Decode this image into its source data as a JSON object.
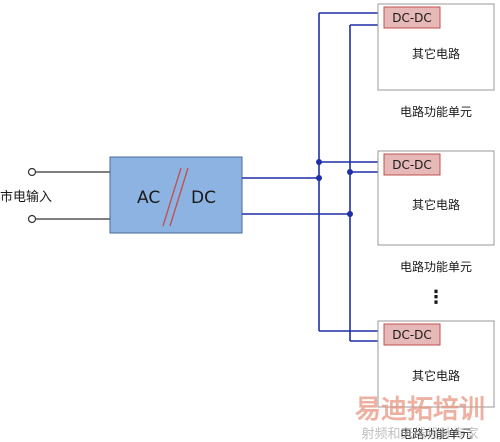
{
  "input_label": "市电输入",
  "converter": {
    "left_label": "AC",
    "right_label": "DC",
    "fill_color": "#8db3e2",
    "slash_color": "#c0504d"
  },
  "units": [
    {
      "dcdc_label": "DC-DC",
      "body_label": "其它电路",
      "caption": "电路功能单元"
    },
    {
      "dcdc_label": "DC-DC",
      "body_label": "其它电路",
      "caption": "电路功能单元"
    },
    {
      "dcdc_label": "DC-DC",
      "body_label": "其它电路",
      "caption": "电路功能单元"
    }
  ],
  "ellipsis": "⋮",
  "colors": {
    "bus_line": "#1f2fa6",
    "input_line": "#333333",
    "dcdc_fill": "#e6b8b7",
    "dcdc_border": "#c0504d",
    "unit_border": "#999999"
  },
  "watermark": {
    "title": "易迪拓培训",
    "subtitle": "射频和天线设计专家"
  }
}
